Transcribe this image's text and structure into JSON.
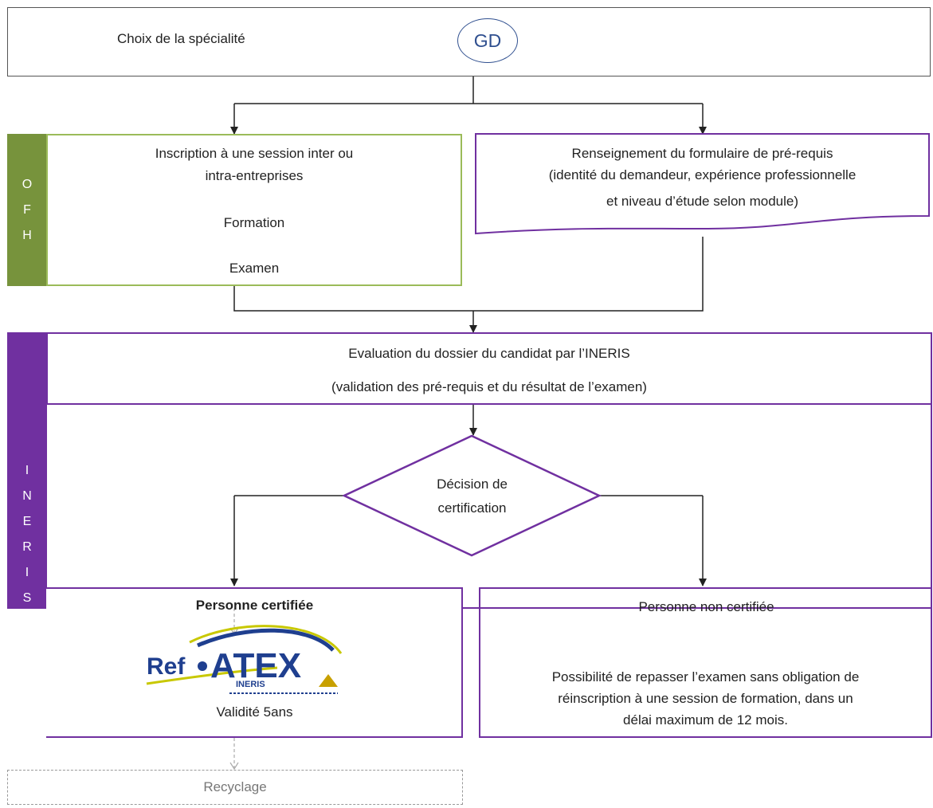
{
  "header": {
    "label": "Choix de la spécialité",
    "badge": "GD"
  },
  "ofh": {
    "band_letters": [
      "O",
      "F",
      "H"
    ],
    "line1": "Inscription à une session inter ou",
    "line2": "intra-entreprises",
    "training": "Formation",
    "exam": "Examen"
  },
  "prereq": {
    "line1": "Renseignement du formulaire de pré-requis",
    "line2": "(identité du demandeur, expérience professionnelle",
    "line3": "et niveau d’étude selon module)"
  },
  "ineris": {
    "band_letters": [
      "I",
      "N",
      "E",
      "R",
      "I",
      "S"
    ],
    "evaluation_line1": "Evaluation du dossier du candidat par l’INERIS",
    "evaluation_line2": "(validation des pré-requis et du résultat de l’examen)",
    "decision_line1": "Décision de",
    "decision_line2": "certification"
  },
  "certified": {
    "title": "Personne certifiée",
    "logo_text_ref": "Ref",
    "logo_text_atex": "ATEX",
    "logo_text_ineris": "INERIS",
    "validity": "Validité 5ans"
  },
  "not_certified": {
    "title": "Personne non certifiée",
    "line1": "Possibilité de repasser l’examen sans obligation de",
    "line2": "réinscription à une session de formation, dans un",
    "line3": "délai maximum de 12 mois."
  },
  "recycling": {
    "label": "Recyclage"
  },
  "colors": {
    "ofh_green": "#77933c",
    "ofh_border": "#9bbb59",
    "ineris_purple": "#7030a0",
    "badge_blue": "#2f4f8f",
    "logo_blue": "#1f3f8f",
    "logo_yellow": "#c8c800"
  }
}
